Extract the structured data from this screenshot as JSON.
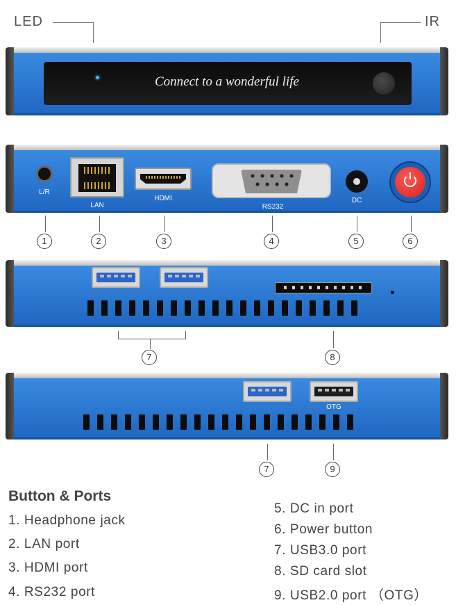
{
  "top_labels": {
    "led": "LED",
    "ir": "IR"
  },
  "front_panel": {
    "slogan": "Connect to a wonderful life"
  },
  "back_panel": {
    "port_labels": {
      "lr": "L/R",
      "lan": "LAN",
      "hdmi": "HDMI",
      "rs232": "RS232",
      "dc": "DC"
    },
    "callouts": [
      "1",
      "2",
      "3",
      "4",
      "5",
      "6"
    ]
  },
  "side_panel_1": {
    "callouts": [
      "7",
      "8"
    ]
  },
  "side_panel_2": {
    "otg_label": "OTG",
    "callouts": [
      "7",
      "9"
    ]
  },
  "legend": {
    "title": "Button & Ports",
    "left_items": [
      "1. Headphone jack",
      "2. LAN port",
      "3. HDMI port",
      "4. RS232 port"
    ],
    "right_items": [
      "5. DC in port",
      "6. Power button",
      "7. USB3.0 port",
      "8. SD card slot",
      "9. USB2.0 port （OTG）"
    ]
  },
  "colors": {
    "body_blue": "#2a7ad6",
    "power_red": "#e8302d",
    "led_blue": "#3fb7ff"
  }
}
